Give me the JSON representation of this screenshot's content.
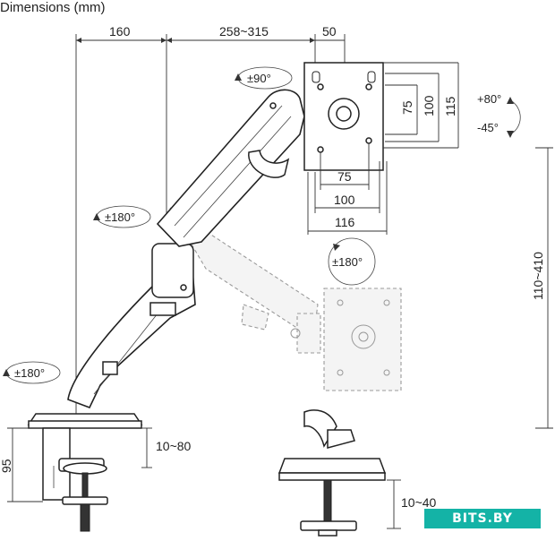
{
  "title": "Dimensions (mm)",
  "dimensions": {
    "top_left_width": "160",
    "arm_reach": "258~315",
    "plate_offset": "50",
    "vesa_height_inner": "75",
    "vesa_height_outer": "100",
    "plate_height": "115",
    "vesa_width_inner": "75",
    "vesa_width_outer": "100",
    "plate_width": "116",
    "height_range": "110~410",
    "base_height": "95",
    "clamp_range": "10~80",
    "grommet_range": "10~40"
  },
  "rotations": {
    "head_swivel": "±90°",
    "tilt_up": "+80°",
    "tilt_down": "-45°",
    "elbow": "±180°",
    "rotation": "±180°",
    "base_swivel": "±180°"
  },
  "watermark": "BITS.BY"
}
